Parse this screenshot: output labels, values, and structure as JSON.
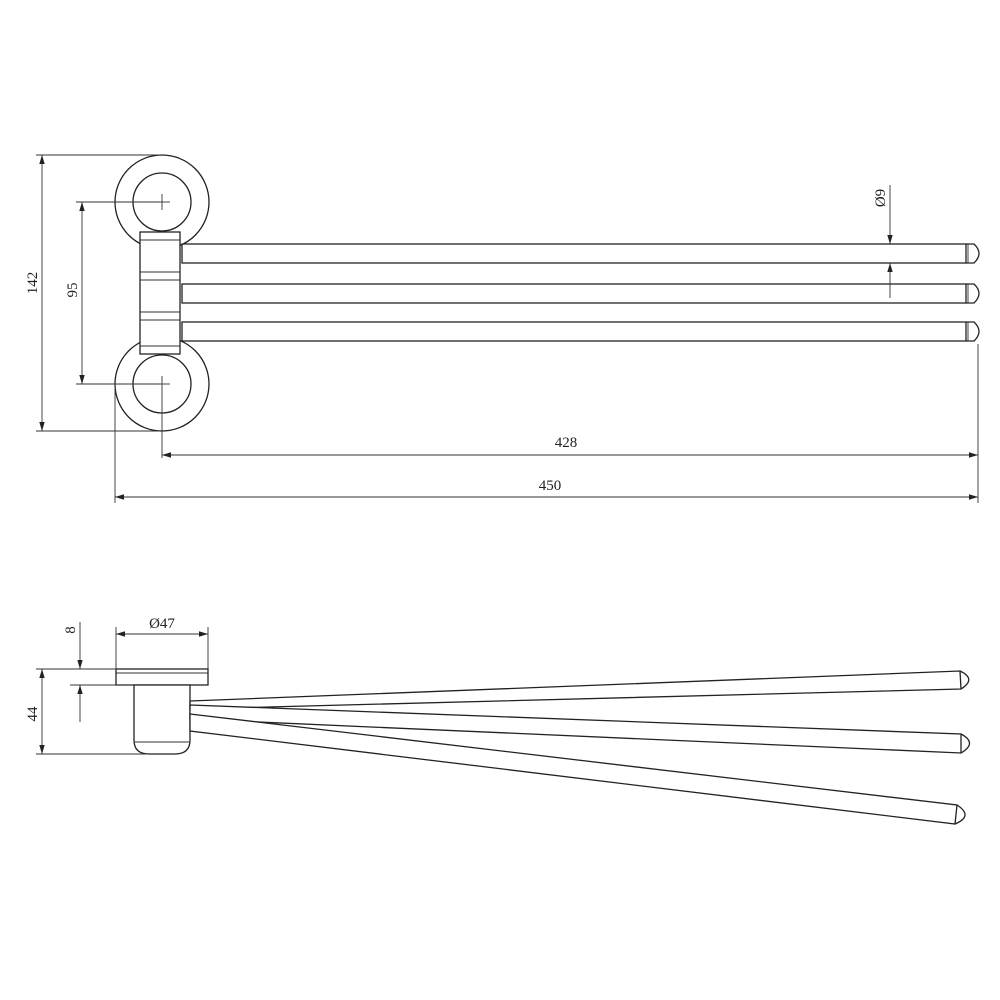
{
  "drawing": {
    "top_view": {
      "dim_height_total": "142",
      "dim_center_distance": "95",
      "dim_rod_diameter": "Ø9",
      "dim_length_from_center": "428",
      "dim_length_total": "450"
    },
    "side_view": {
      "dim_flange_thickness": "8",
      "dim_flange_diameter": "Ø47",
      "dim_depth": "44"
    }
  }
}
